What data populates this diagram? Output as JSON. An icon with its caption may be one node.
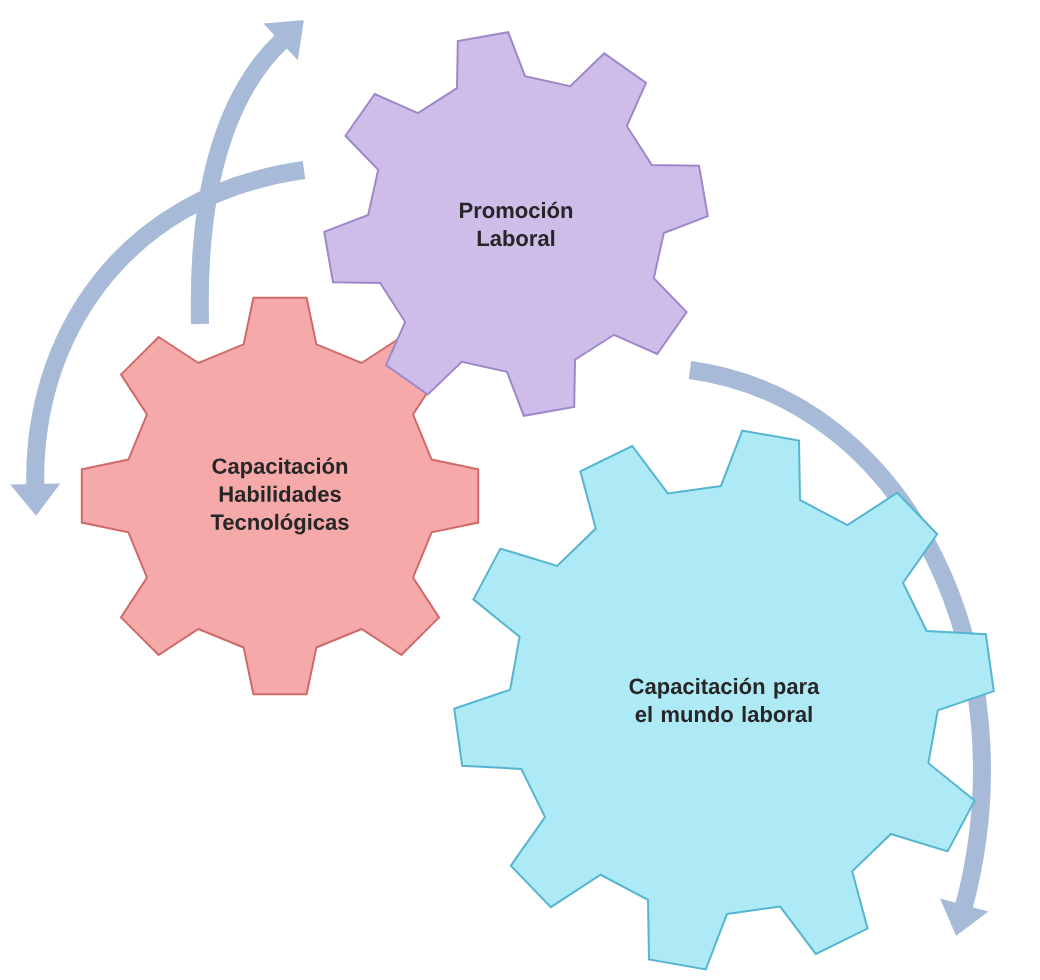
{
  "diagram": {
    "nodes": [
      {
        "text": [
          "Promoción Laboral"
        ]
      },
      {
        "text": [
          "Capacitación Habilidades Tecnológicas"
        ]
      },
      {
        "text": [
          "Capacitación para el mundo laboral"
        ]
      }
    ]
  }
}
